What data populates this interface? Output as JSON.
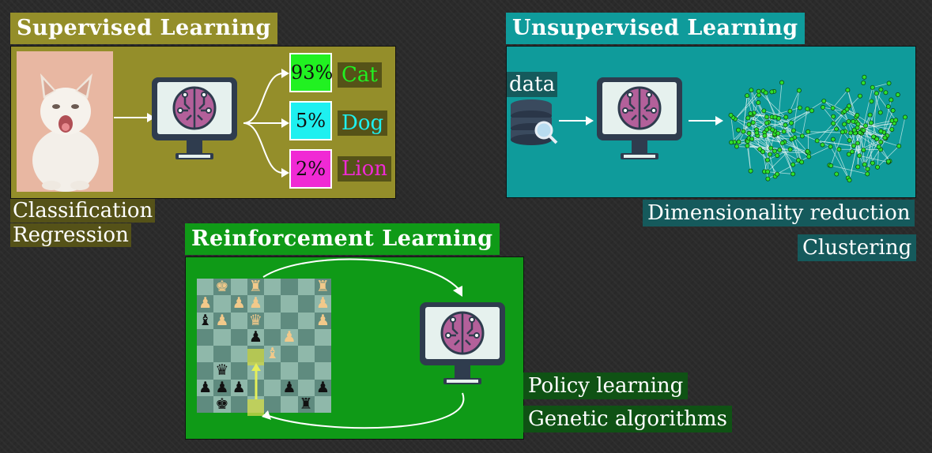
{
  "supervised": {
    "title": "Supervised Learning",
    "predictions": [
      {
        "percent": "93%",
        "label": "Cat",
        "bg": "#21f121",
        "text_color": "#21f121"
      },
      {
        "percent": "5%",
        "label": "Dog",
        "bg": "#1ef0f0",
        "text_color": "#1ef0f0"
      },
      {
        "percent": "2%",
        "label": "Lion",
        "bg": "#f02ad4",
        "text_color": "#f02ad4"
      }
    ],
    "tags": [
      "Classification",
      "Regression"
    ],
    "panel_color": "#948e2a",
    "tag_color": "#555218"
  },
  "unsupervised": {
    "title": "Unsupervised Learning",
    "data_label": "data",
    "tags": [
      "Dimensionality reduction",
      "Clustering"
    ],
    "panel_color": "#0f9b9b",
    "tag_color": "#155a5c"
  },
  "reinforcement": {
    "title": "Reinforcement Learning",
    "tags": [
      "Policy learning",
      "Genetic algorithms"
    ],
    "panel_color": "#0f9a17",
    "tag_color": "#0f5214"
  },
  "icons": {
    "model": "brain-chip-monitor-icon",
    "database": "database-search-icon",
    "image": "kitten-photo",
    "board": "chess-board"
  }
}
